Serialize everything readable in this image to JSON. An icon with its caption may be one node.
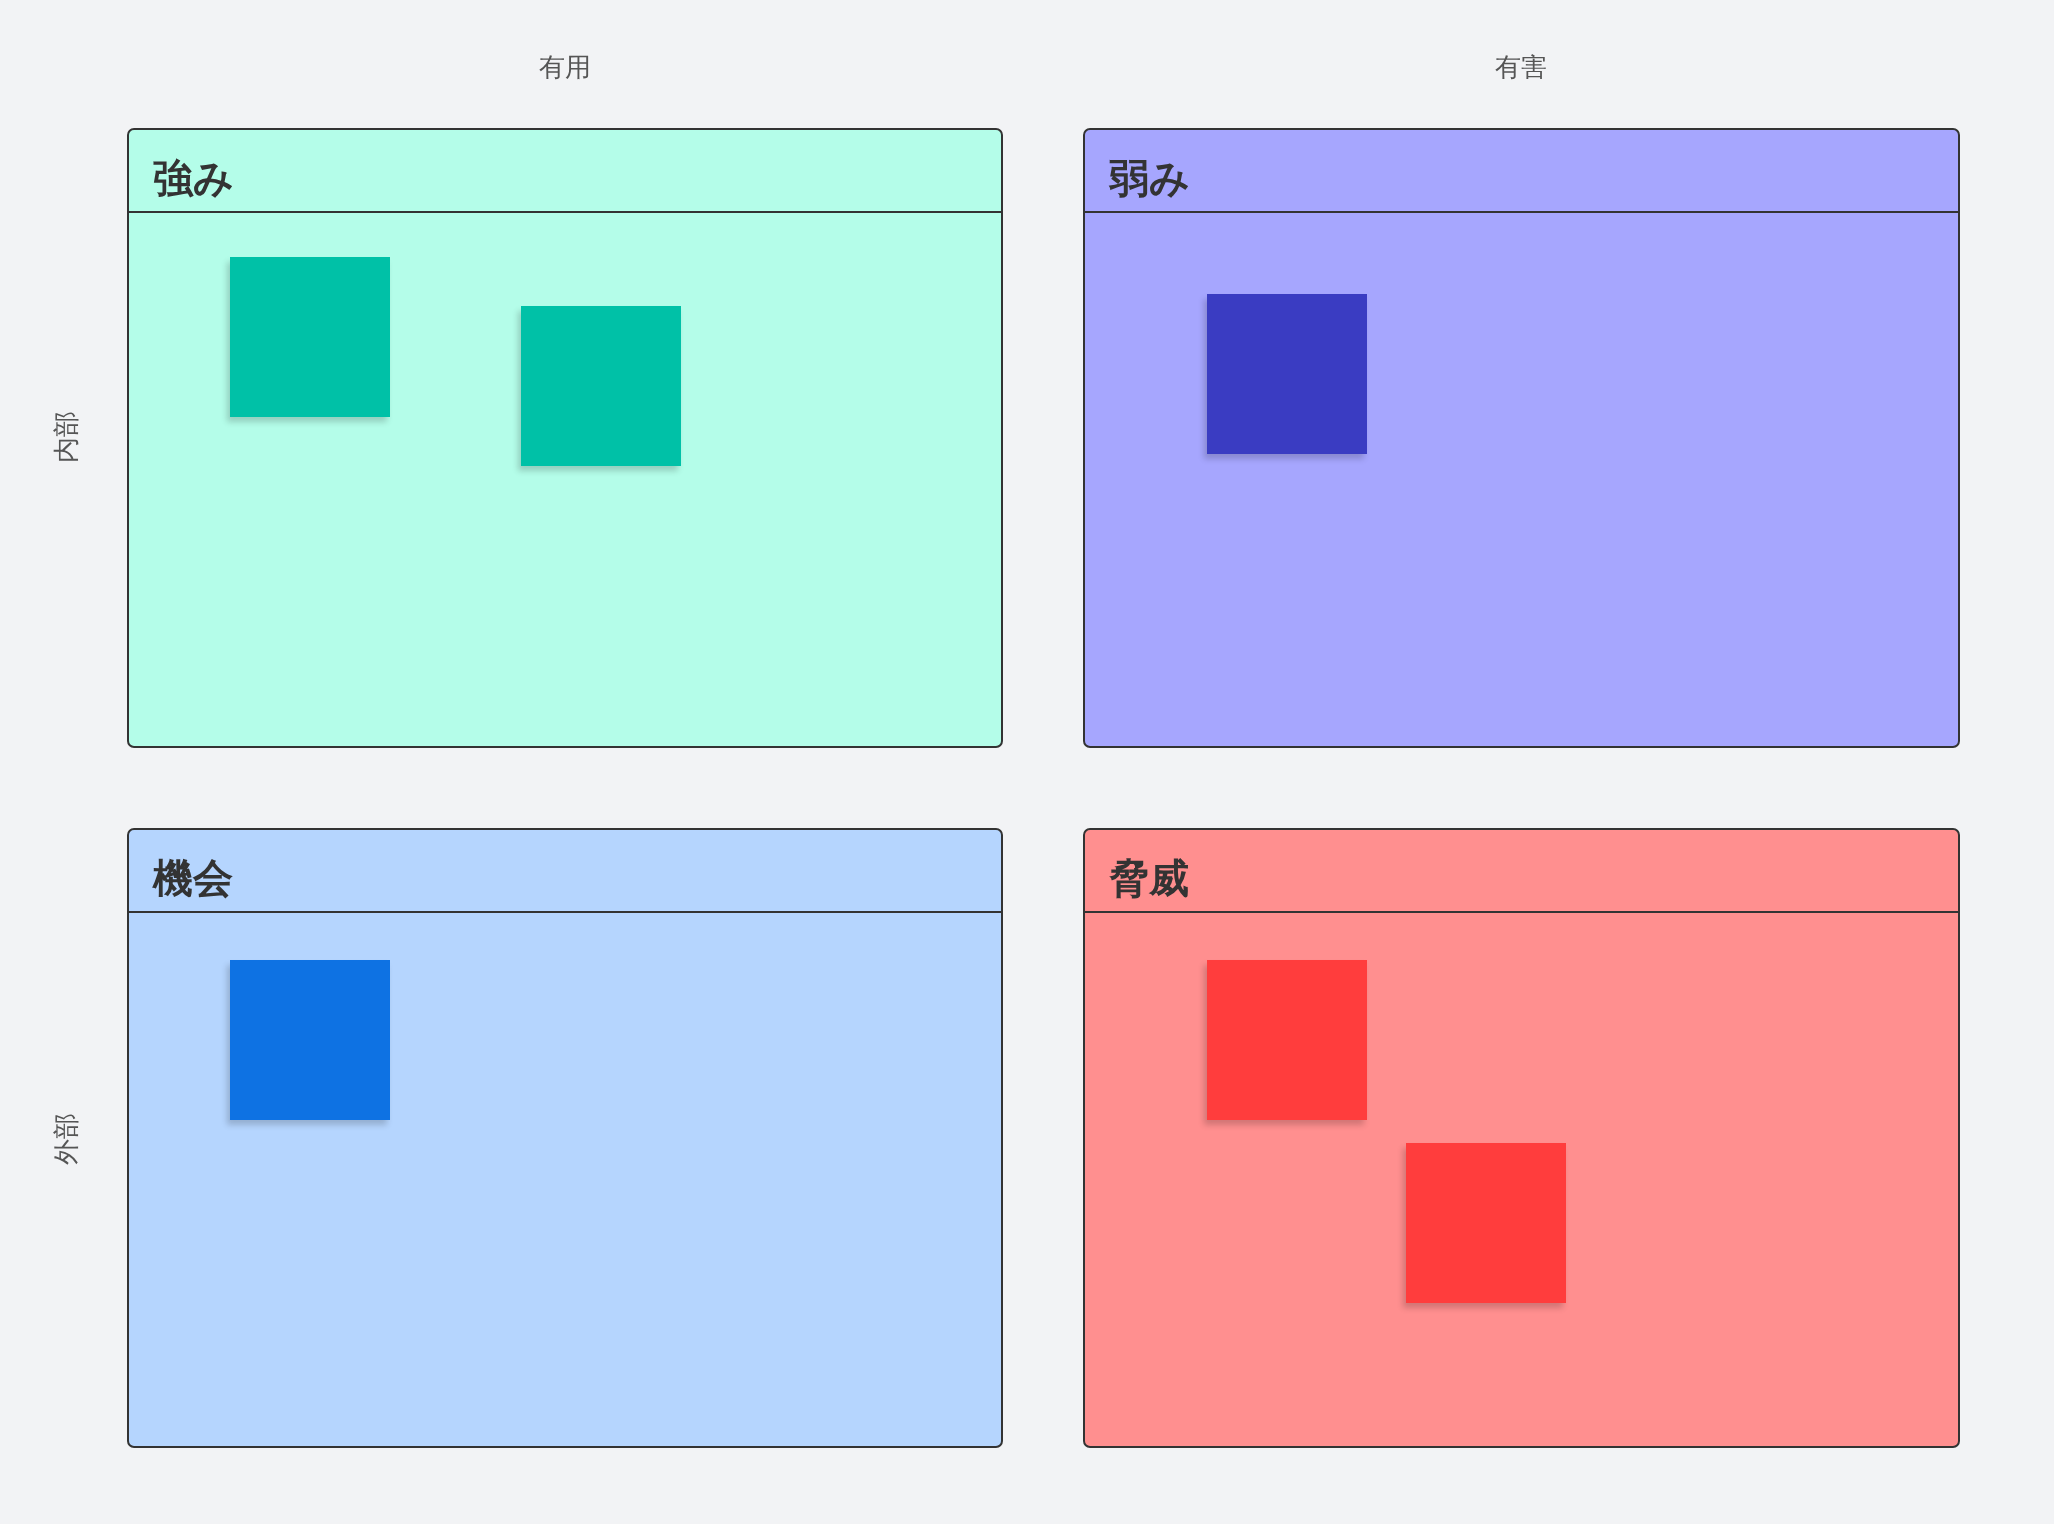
{
  "diagram": {
    "nodes": [
      {
        "text": [
          "強み"
        ]
      },
      {
        "text": [],
        "shape": "box",
        "in": 0
      },
      {
        "text": [],
        "shape": "box",
        "in": 0
      },
      {
        "text": [
          "弱み"
        ]
      },
      {
        "text": [],
        "shape": "box",
        "in": 3
      },
      {
        "text": [
          "機会"
        ]
      },
      {
        "text": [],
        "shape": "box",
        "in": 5
      },
      {
        "text": [
          "脅威"
        ]
      },
      {
        "text": [],
        "shape": "box",
        "in": 7
      },
      {
        "text": [],
        "shape": "box",
        "in": 7
      }
    ],
    "labels": [
      "有用",
      "有害",
      "内部",
      "外部"
    ]
  }
}
